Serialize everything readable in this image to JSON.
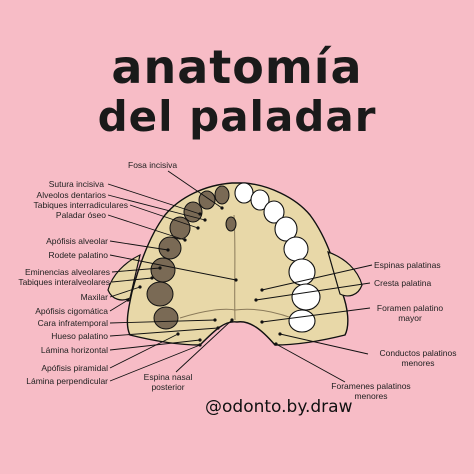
{
  "title": {
    "line1": "anatomía",
    "line2": "del paladar"
  },
  "labels": {
    "fosa_incisiva": "Fosa incisiva",
    "sutura_incisiva": "Sutura incisiva",
    "alveolos_dentarios": "Alveolos dentarios",
    "tabiques_interradiculares": "Tabiques interradiculares",
    "paladar_oseo": "Paladar óseo",
    "apofisis_alveolar": "Apófisis alveolar",
    "rodete_palatino": "Rodete palatino",
    "eminencias_alveolares": "Eminencias alveolares",
    "tabiques_interalveolares": "Tabiques interalveolares",
    "maxilar": "Maxilar",
    "apofisis_cigomatica": "Apófisis cigomática",
    "cara_infratemporal": "Cara infratemporal",
    "hueso_palatino": "Hueso palatino",
    "lamina_horizontal": "Lámina horizontal",
    "apofisis_piramidal": "Apófisis piramidal",
    "lamina_perpendicular": "Lámina perpendicular",
    "espina_nasal_posterior": "Espina nasal posterior",
    "espinas_palatinas": "Espinas palatinas",
    "cresta_palatina": "Cresta palatina",
    "foramen_palatino_mayor": "Foramen palatino mayor",
    "conductos_palatinos_menores": "Conductos palatinos menores",
    "foramenes_palatinos_menores": "Foramenes palatinos menores"
  },
  "credit": "@odonto.by.draw",
  "colors": {
    "background": "#f7bcc6",
    "bone": "#e8d8a8",
    "socket": "#7a6a55",
    "tooth": "#ffffff",
    "outline": "#111111"
  }
}
